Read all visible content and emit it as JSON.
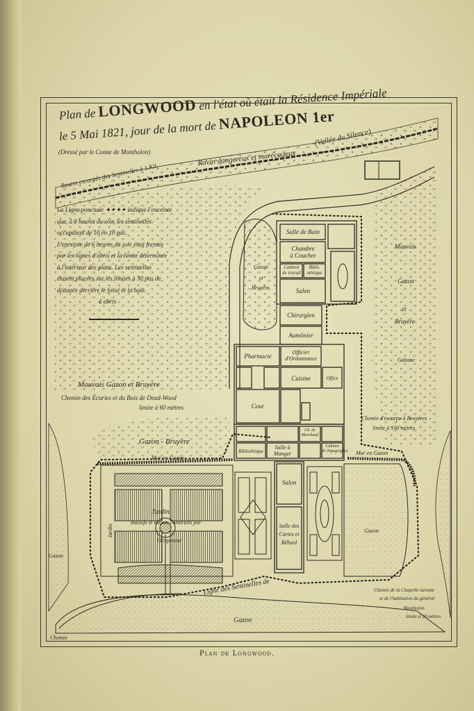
{
  "map": {
    "title_line1_prefix": "Plan de ",
    "title_line1_name": "LONGWOOD",
    "title_line1_suffix": " en l'état où était la Résidence Impériale",
    "title_line2_prefix": "le 5 Mai 1821, jour de la mort de ",
    "title_line2_name": "NAPOLEON 1er",
    "credit": "(Dressé par le Comte de Montholon)",
    "valley_label": "(Vallée du Silence)",
    "ravine_label": "Ravin dangereux et marécageux",
    "ravine_left_label": "Ravins escarpés des Sentinelles à 1 Kil.",
    "legend": [
      "La Ligne ponctuée ✦✦✦✦ indique l'enceinte",
      "que, à 9 heures du soir, les sentinelles",
      "occupaient de 10 en 10 pas.",
      "L'enceinte de 6 heures du soir était formée",
      "par les lignes d'abris et la limite déterminée",
      "à l'intérieur des plans. Les sentinelles",
      "étaient placées sur les limites à 30 pas de",
      "distance derrière le fossé et la haie.",
      "à abris"
    ],
    "left_terrain_label": "Mauvais Gazon et Bruyère",
    "chemin_ecuries": "Chemin des Écuries et du Bois de Dead-Wood",
    "chemin_ecuries_limit": "limite à 60 mètres",
    "right_terrain": [
      "Mauvais",
      "Gazon",
      "et",
      "Bruyère"
    ],
    "cabane": "Cabane",
    "chemin_droite": "Chemin d'escarpe à Bruyères",
    "chemin_droite_limit": "limite à 100 mètres",
    "gazon_bruyere_lower": "Gazon - Bruyère",
    "gazon_bruyere_upper": [
      "Gazon",
      "et",
      "Bruyère"
    ],
    "mur_gazon_left": "Mur en Gazon",
    "mur_gazon_right": "Mur en Gazon",
    "jardin": [
      "Jardin",
      "massifs et Bassin construits par",
      "l'Empereur"
    ],
    "gazon_left_side": "Gazon",
    "jardin_left_side": "Jardin",
    "gazon_bottom": "Gazon",
    "gazon_right_garden": "Gazon",
    "ligne_sentinelles": "Ligne des Sentinelles de",
    "chemin_bas_droite": [
      "Chemin de la Chapelle suivant",
      "et de l'habitation du général",
      "Montholon",
      "limite à 10 mètres"
    ],
    "chemin_bas_gauche": "Chemin",
    "rooms": {
      "salle_bain": "Salle de Bain",
      "chambre_coucher": [
        "Chambre",
        "à Coucher"
      ],
      "cabinet_travail": [
        "Cabinet",
        "de travail"
      ],
      "bibliotheque_haut": [
        "Bibli-",
        "othèque"
      ],
      "salon_haut": "Salon",
      "chirurgien": "Chirurgien",
      "aumonier": "Aumônier",
      "pharmacie": "Pharmacie",
      "officier": [
        "Officier",
        "d'Ordonnance"
      ],
      "cuisine": "Cuisine",
      "office": "Office",
      "cour": "Cour",
      "bibliotheque": "Bibliothèque",
      "salle_manger": [
        "Salle à",
        "Manger"
      ],
      "chambre_marchand": [
        "Ch. de",
        "Marchand"
      ],
      "chambre_bertrand": [
        "Cabinet",
        "de Topographie"
      ],
      "salon_bas": "Salon",
      "cartes_billard": [
        "Salle des",
        "Cartes et",
        "Billard"
      ]
    },
    "caption": "Plan de Longwood."
  }
}
